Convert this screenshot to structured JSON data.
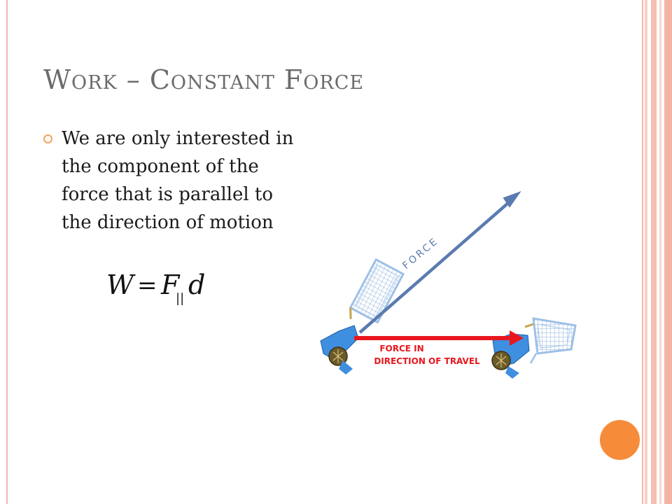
{
  "slide": {
    "title": "Work – Constant Force",
    "bullet": "We are only interested in the component of the force that is parallel to the direction of motion",
    "equation": {
      "lhs": "W",
      "equals": "=",
      "force_symbol": "F",
      "subscript": "||",
      "distance_symbol": "d"
    }
  },
  "figure": {
    "force_label": "FORCE",
    "travel_label_line1": "FORCE IN",
    "travel_label_line2": "DIRECTION OF TRAVEL",
    "force_arrow_color": "#5b7bb0",
    "travel_arrow_color": "#e8161e",
    "cart_color": "#9ec0e6",
    "hand_color": "#3f8fe0"
  },
  "theme": {
    "accent_orange": "#f68b3a",
    "border_pink": "#f4b6a8",
    "title_gray": "#6b6b6b"
  }
}
